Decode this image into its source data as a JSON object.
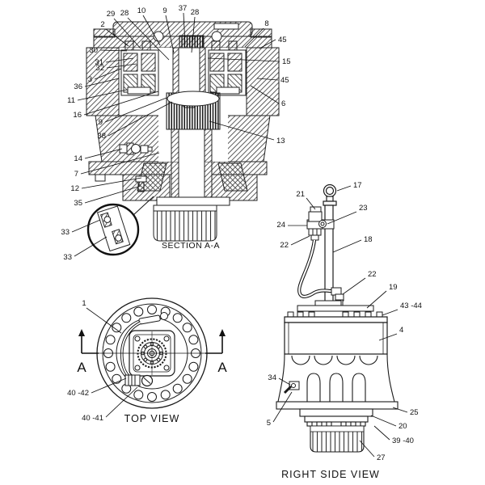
{
  "views": {
    "section": {
      "label": "SECTION A-A",
      "callouts": [
        "2",
        "29",
        "28",
        "10",
        "9",
        "37",
        "28",
        "8",
        "30",
        "31",
        "32",
        "3",
        "36",
        "11",
        "16",
        "9",
        "38",
        "14",
        "7",
        "12",
        "35",
        "33",
        "33",
        "45",
        "15",
        "45",
        "6",
        "13"
      ]
    },
    "top": {
      "label": "TOP VIEW",
      "marker_left": "A",
      "marker_right": "A",
      "callouts": [
        "1",
        "40 -42",
        "40 -41"
      ]
    },
    "right_side": {
      "label": "RIGHT SIDE VIEW",
      "callouts": [
        "17",
        "21",
        "23",
        "24",
        "22",
        "18",
        "22",
        "19",
        "43 -44",
        "4",
        "34",
        "5",
        "25",
        "20",
        "39 -40",
        "27"
      ]
    }
  },
  "colors": {
    "ink": "#1a1a1a",
    "paper": "#ffffff"
  }
}
